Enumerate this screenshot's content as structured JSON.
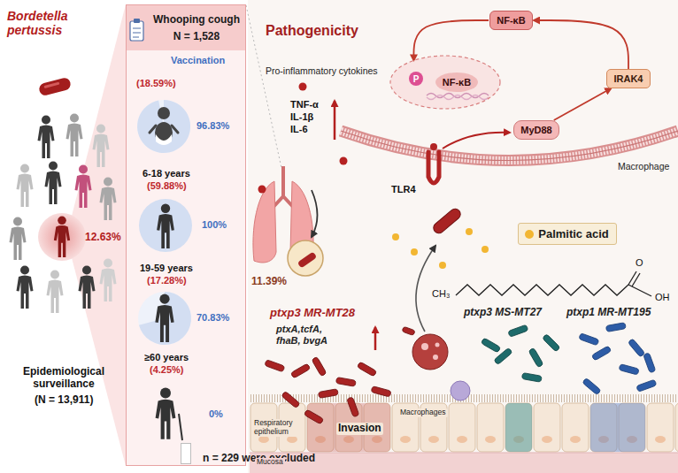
{
  "diagram": {
    "nodes": [
      {
        "text": [
          "Whooping cough",
          "N = 1,528"
        ]
      },
      {
        "text": [
          "n = 229 were excluded"
        ],
        "in": 0
      },
      {
        "text": [
          "NF-κB"
        ]
      },
      {
        "text": [
          "NF-κB"
        ]
      },
      {
        "text": [
          "P"
        ],
        "in": 3
      },
      {
        "text": [
          "IRAK4"
        ]
      },
      {
        "text": [
          "MyD88"
        ]
      },
      {
        "text": [
          "Palmitic acid"
        ]
      }
    ],
    "edges": [
      {
        "from": 6,
        "to": 5,
        "arrow": "to"
      },
      {
        "from": 5,
        "to": 2,
        "arrow": "to"
      },
      {
        "from": 2,
        "to": 3,
        "arrow": "to"
      }
    ],
    "labels": [
      "Bordetella pertussis",
      "12.63%",
      "Epidemiological surveillance",
      "(N = 13,911)",
      "Vaccination",
      "(18.59%)",
      "96.83%",
      "6-18 years",
      "(59.88%)",
      "100%",
      "19-59 years",
      "(17.28%)",
      "70.83%",
      "≥60 years",
      "(4.25%)",
      "0%",
      "Pathogenicity",
      "Pro-inflammatory cytokines",
      "TNF-α",
      "IL-1β",
      "IL-6",
      "TLR4",
      "Macrophage",
      "CH₃",
      "O",
      "OH",
      "11.39%",
      "ptxp3 MR-MT28",
      "ptxA,tcfA, fhaB, bvgA",
      "ptxp3 MS-MT27",
      "ptxp1 MR-MT195",
      "Invasion",
      "Macrophages",
      "Respiratory epithelium",
      "Mucosa"
    ]
  }
}
